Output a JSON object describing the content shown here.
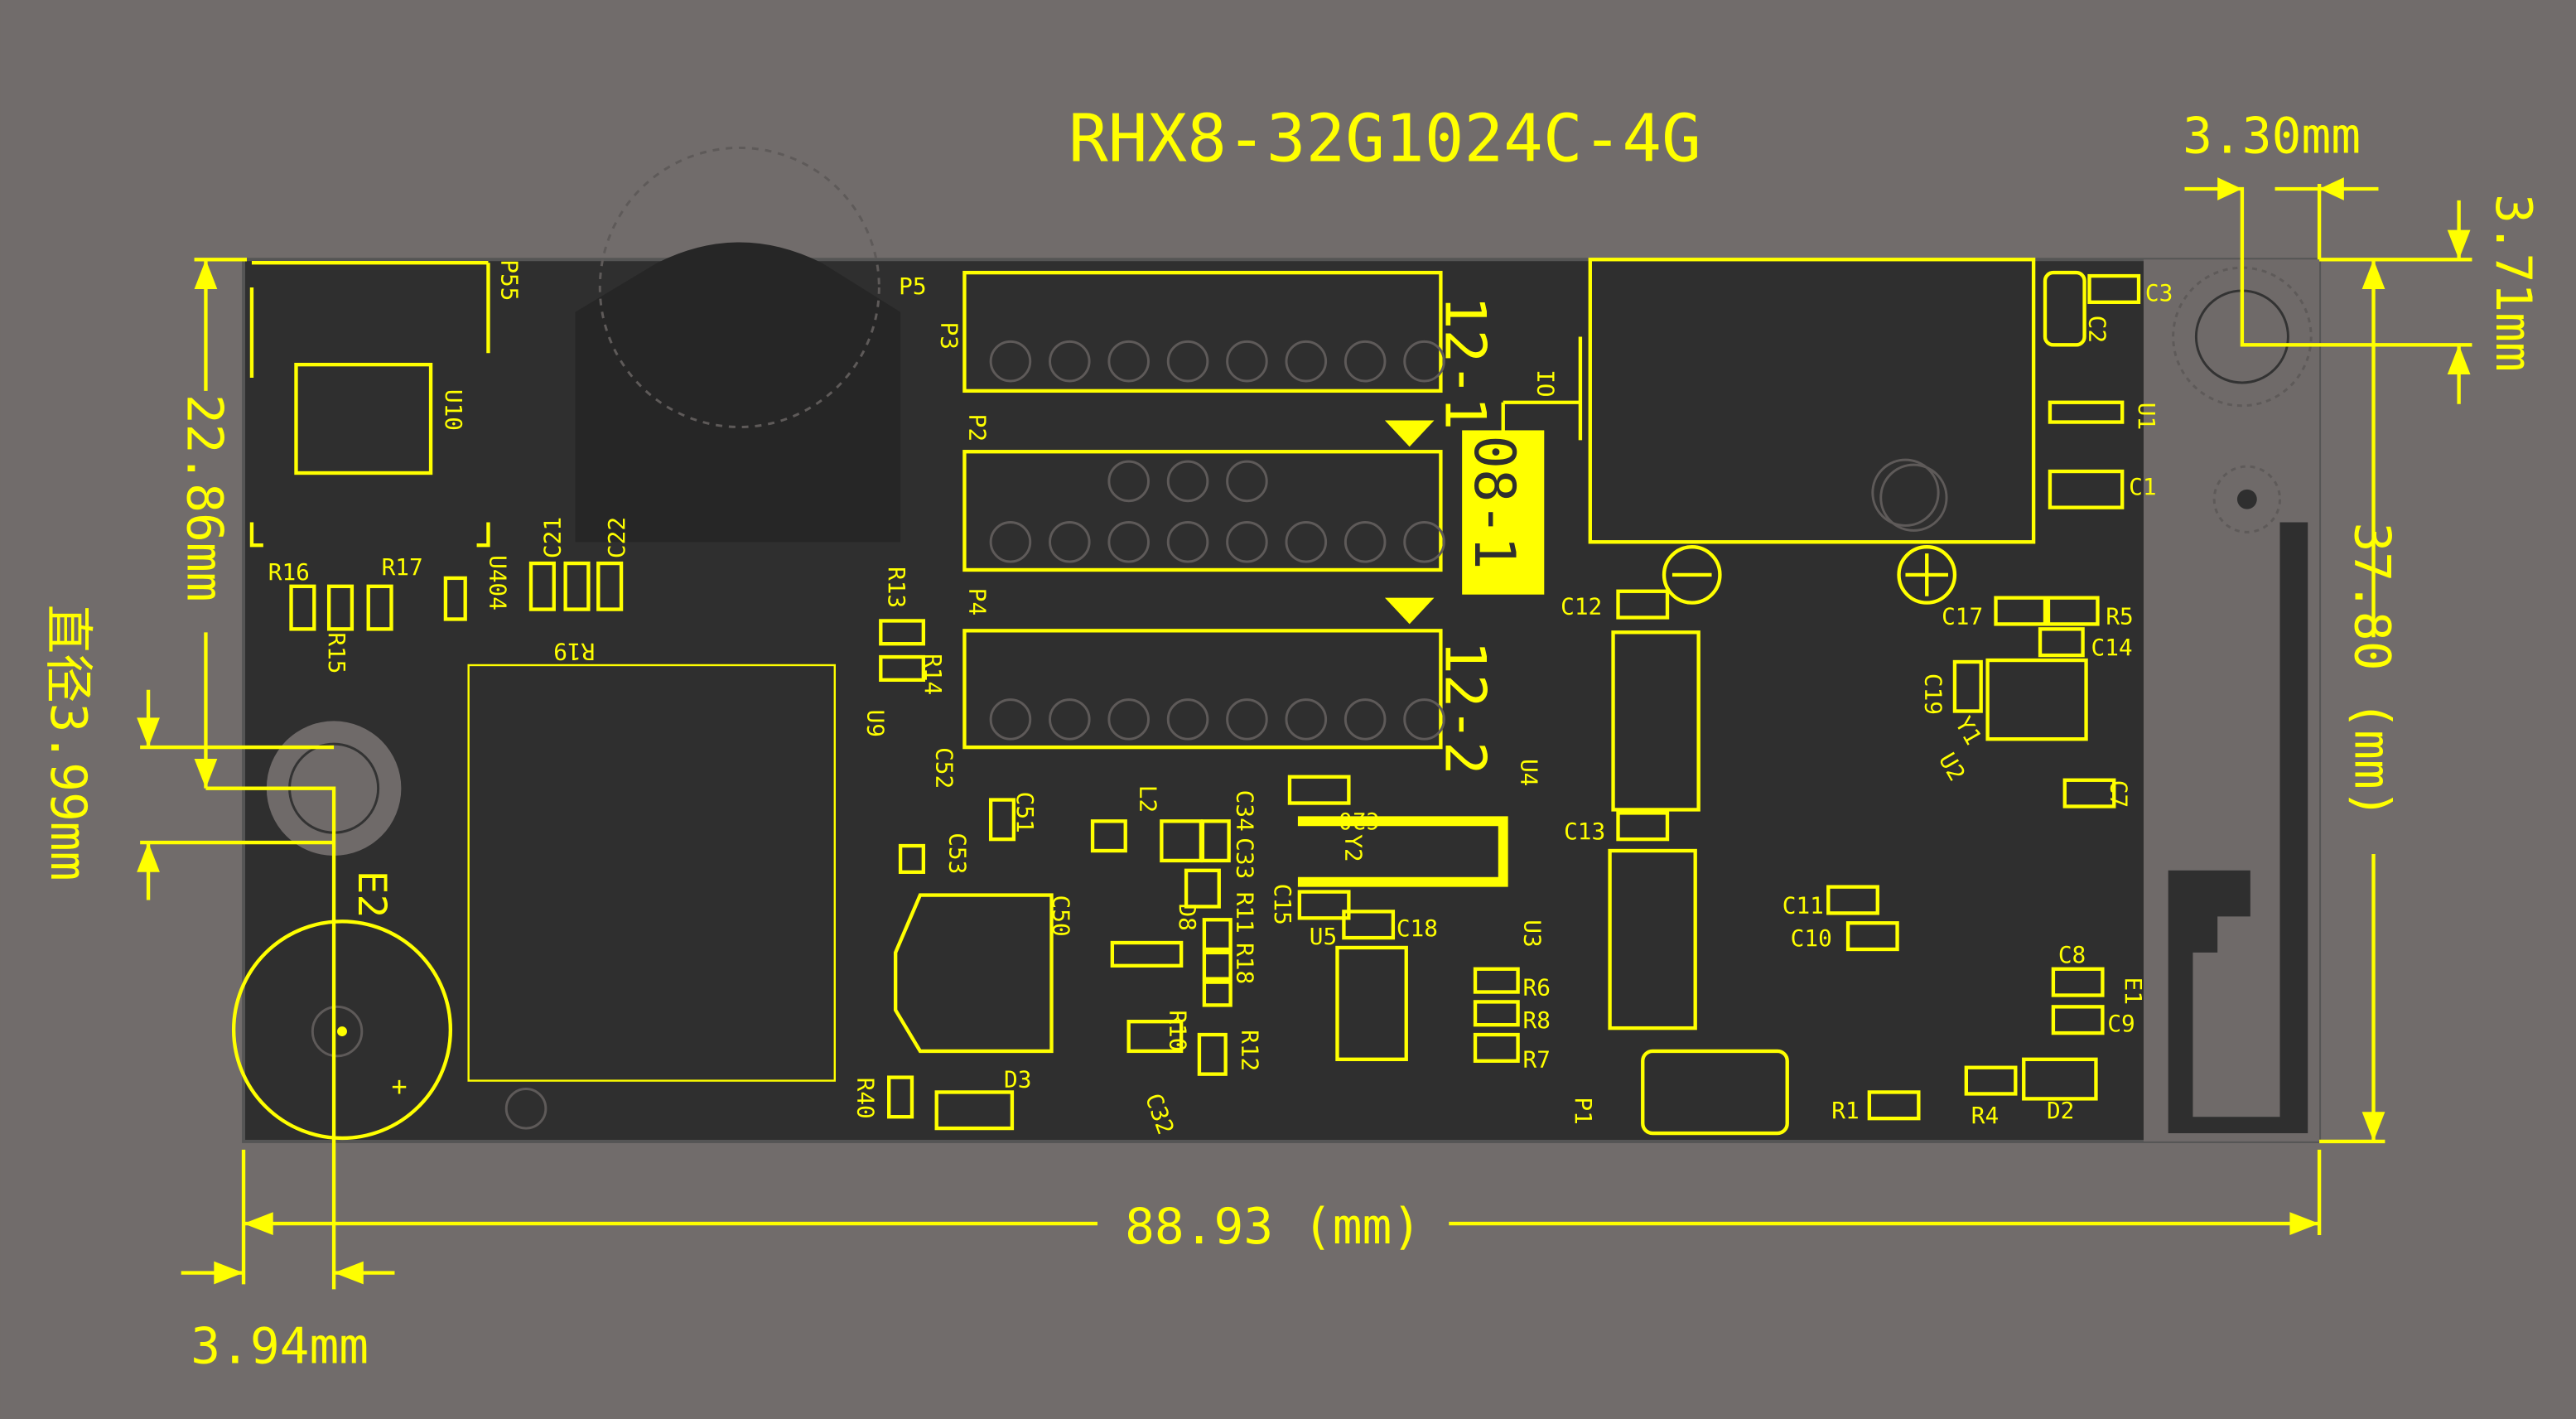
{
  "title": "RHX8-32G1024C-4G",
  "colors": {
    "background": "#716c6b",
    "board": "#2f2f2f",
    "silkscreen": "#ffff00",
    "copper_ghost": "#5e5a59"
  },
  "dimensions": {
    "top_right_x": "3.30mm",
    "top_right_y": "3.71mm",
    "height": "37.80 (mm)",
    "left_offset": "22.86mm",
    "hole_diameter": "直径3.99mm",
    "width": "88.93 (mm)",
    "bottom_left": "3.94mm"
  },
  "connectors": {
    "conn_12_1": "12-1",
    "conn_12_2": "12-2",
    "conn_08_1": "08-1",
    "io": "IO"
  },
  "labels": {
    "P5": "P5",
    "P3": "P3",
    "P2": "P2",
    "P4": "P4",
    "P55": "P55",
    "U10": "U10",
    "U404": "U404",
    "R16": "R16",
    "R17": "R17",
    "R15": "R15",
    "C21": "C21",
    "C22": "C22",
    "R19": "R19",
    "R13": "R13",
    "R14": "R14",
    "U9": "U9",
    "C52": "C52",
    "C51": "C51",
    "C53": "C53",
    "L2": "L2",
    "C34": "C34",
    "C33": "C33",
    "R11": "R11",
    "R18": "R18",
    "C50": "C50",
    "D8": "D8",
    "R10": "R10",
    "R12": "R12",
    "C32": "C32",
    "D3": "D3",
    "R40": "R40",
    "C20": "C20",
    "Y2": "Y2",
    "C15": "C15",
    "U5": "U5",
    "C18": "C18",
    "U3": "U3",
    "U4": "U4",
    "R6": "R6",
    "R8": "R8",
    "R7": "R7",
    "P1": "P1",
    "C12": "C12",
    "C13": "C13",
    "C11": "C11",
    "C10": "C10",
    "R1": "R1",
    "R4": "R4",
    "D2": "D2",
    "C8": "C8",
    "E1": "E1",
    "C9": "C9",
    "C17": "C17",
    "R5": "R5",
    "C14": "C14",
    "C19": "C19",
    "Y1": "Y1",
    "U2": "U2",
    "C7": "C7",
    "C3": "C3",
    "C2": "C2",
    "U1": "U1",
    "C1": "C1",
    "E2": "E2"
  }
}
